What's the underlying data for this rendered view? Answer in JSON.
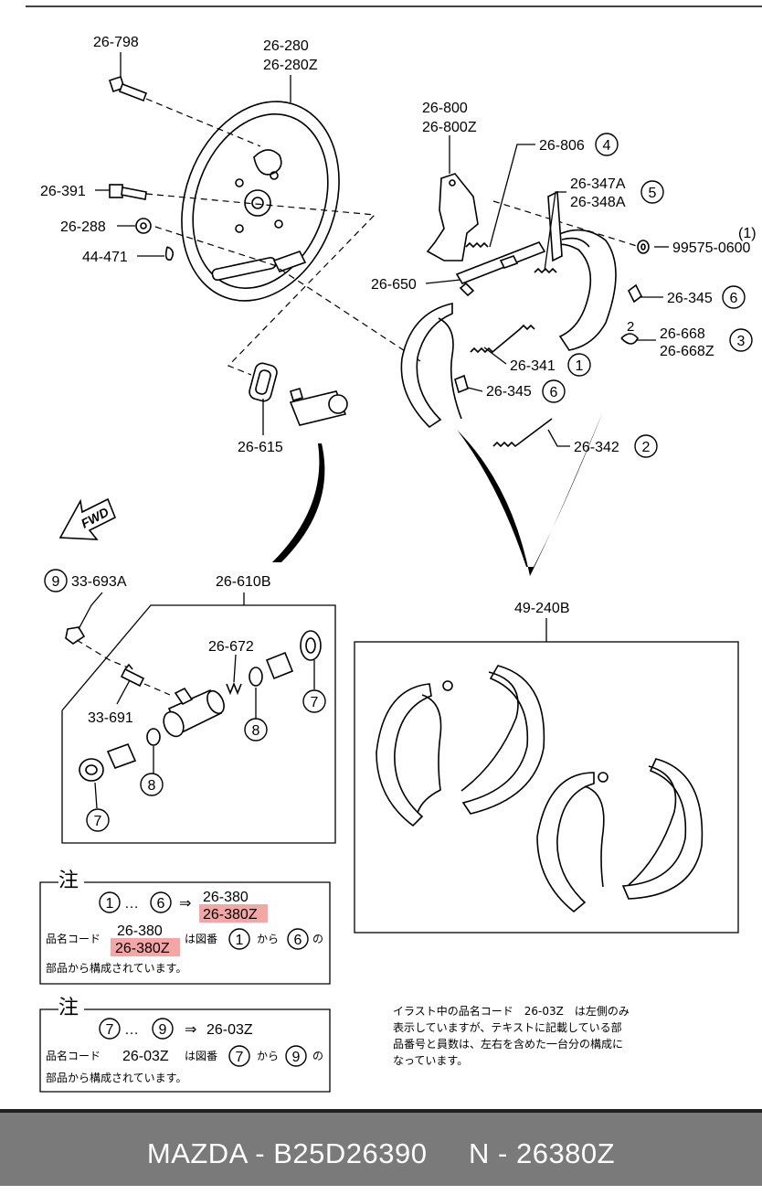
{
  "labels": {
    "p26798": "26-798",
    "p26280": "26-280",
    "p26280z": "26-280Z",
    "p26391": "26-391",
    "p26288": "26-288",
    "p44471": "44-471",
    "p26800": "26-800",
    "p26800z": "26-800Z",
    "p26806": "26-806",
    "p26347a": "26-347A",
    "p26348a": "26-348A",
    "p99575": "99575-0600",
    "p26650": "26-650",
    "p26345a": "26-345",
    "p26668": "26-668",
    "p26668z": "26-668Z",
    "p26341": "26-341",
    "p26345b": "26-345",
    "p26615": "26-615",
    "p26342": "26-342",
    "fwd": "FWD",
    "p33693a": "33-693A",
    "p26610b": "26-610B",
    "p26672": "26-672",
    "p33691": "33-691",
    "p49240b": "49-240B",
    "qty1": "(1)",
    "two": "2"
  },
  "circles": {
    "c1": "1",
    "c2": "2",
    "c3": "3",
    "c4": "4",
    "c5": "5",
    "c6": "6",
    "c7": "7",
    "c8": "8",
    "c9": "9"
  },
  "note1": {
    "heading": "注",
    "range_from": "1",
    "range_dots": "…",
    "range_to": "6",
    "arrow": "⇒",
    "code_a": "26-380",
    "code_a_z": "26-380Z",
    "row2_prefix": "品名コード",
    "row2_code": "26-380",
    "row2_code_z": "26-380Z",
    "row2_mid": "は図番",
    "row2_from": "1",
    "row2_kara": "から",
    "row2_to": "6",
    "row2_no": "の",
    "row3": "部品から構成されています。"
  },
  "note2": {
    "heading": "注",
    "range_from": "7",
    "range_dots": "…",
    "range_to": "9",
    "arrow": "⇒",
    "code": "26-03Z",
    "row2_prefix": "品名コード",
    "row2_code": "26-03Z",
    "row2_mid": "は図番",
    "row2_from": "7",
    "row2_kara": "から",
    "row2_to": "9",
    "row2_no": "の",
    "row3": "部品から構成されています。"
  },
  "side_note": {
    "line1": "イラスト中の品名コード　26-03Z　は左側のみ",
    "line2": "表示していますが、テキストに記載している部",
    "line3": "品番号と員数は、左右を含めた一台分の構成に",
    "line4": "なっています。"
  },
  "footer": {
    "text": "MAZDA - B25D26390     N - 26380Z"
  },
  "colors": {
    "highlight": "#f4a6a6",
    "footer_bg": "#7a7a7a",
    "footer_text": "#ffffff"
  }
}
